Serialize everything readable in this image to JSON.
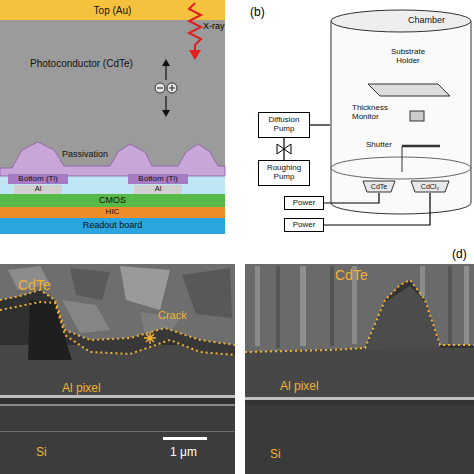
{
  "diagram": {
    "nodes": [
      {
        "text": [
          "Top (Au)"
        ]
      },
      {
        "text": [
          "Photoconductor (CdTe)"
        ]
      },
      {
        "text": [
          "Passivation"
        ]
      },
      {
        "text": [
          "Bottom (Ti)"
        ]
      },
      {
        "text": [
          "Al"
        ]
      },
      {
        "text": [
          "Bottom (Ti)"
        ]
      },
      {
        "text": [
          "Al"
        ]
      },
      {
        "text": [
          "CMOS"
        ]
      },
      {
        "text": [
          "HIC"
        ]
      },
      {
        "text": [
          "Readout board"
        ]
      },
      {
        "text": [
          "Chamber"
        ]
      },
      {
        "text": [
          "Substrate Holder"
        ],
        "in": 10
      },
      {
        "text": [
          "Thickness Monitor"
        ],
        "in": 10
      },
      {
        "text": [
          "CdTe"
        ],
        "in": 10
      },
      {
        "text": [
          "CdCl₂"
        ],
        "in": 10
      },
      {
        "text": [
          "Diffusion Pump"
        ]
      },
      {
        "text": [
          "Roughing Pump"
        ]
      },
      {
        "text": [
          "Power"
        ]
      },
      {
        "text": [
          "Power"
        ]
      }
    ],
    "edges": [
      {
        "from": 15,
        "to": 16,
        "arrow": "none"
      },
      {
        "from": 15,
        "to": 10,
        "arrow": "none"
      },
      {
        "from": 17,
        "to": 13,
        "arrow": "none"
      },
      {
        "from": 18,
        "to": 14,
        "arrow": "none"
      }
    ],
    "labels": [
      "X-ray",
      "(b)",
      "Shutter",
      "(d)",
      "CdTe",
      "Crack",
      "Al pixel",
      "Si",
      "1 μm",
      "CdTe",
      "Al pixel",
      "Si"
    ]
  }
}
